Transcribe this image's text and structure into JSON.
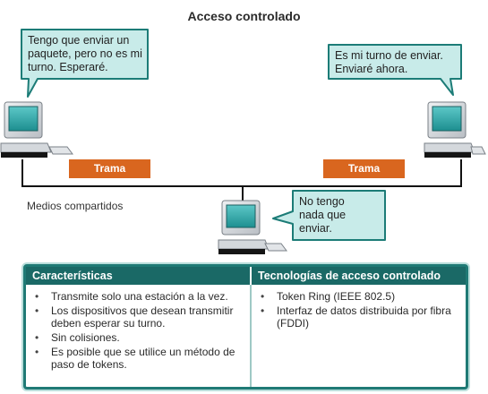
{
  "title": "Acceso controlado",
  "bubbles": {
    "left": "Tengo que enviar un paquete, pero no es mi turno. Esperaré.",
    "right": "Es mi turno de enviar. Enviaré ahora.",
    "center": "No tengo nada que enviar."
  },
  "media_label": "Medios compartidos",
  "frames": {
    "left": "Trama",
    "right": "Trama"
  },
  "table": {
    "col1_header": "Características",
    "col2_header": "Tecnologías de acceso controlado",
    "col1_items": [
      "Transmite solo una estación a la vez.",
      "Los dispositivos que desean transmitir deben esperar su turno.",
      "Sin colisiones.",
      "Es posible que se utilice un método de paso de tokens."
    ],
    "col2_items": [
      "Token Ring (IEEE 802.5)",
      "Interfaz de datos distribuida por fibra (FDDI)"
    ]
  },
  "colors": {
    "bubble_fill": "#c8ebe9",
    "bubble_border": "#1c7c77",
    "frame_fill": "#d9661f",
    "header_fill": "#1a6966",
    "screen": "#2fa3a3"
  }
}
